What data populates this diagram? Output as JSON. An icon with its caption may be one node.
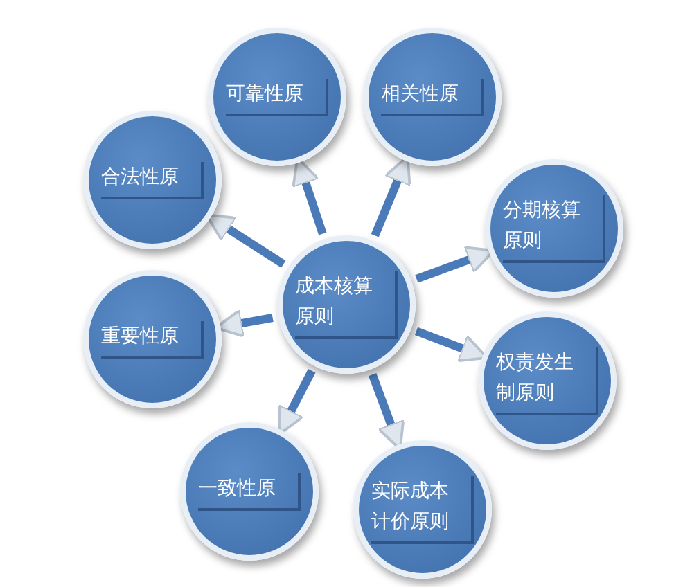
{
  "diagram": {
    "nodes": [
      {
        "text": [
          "成本核算原则"
        ]
      },
      {
        "text": [
          "可靠性原"
        ]
      },
      {
        "text": [
          "相关性原"
        ]
      },
      {
        "text": [
          "分期核算原则"
        ]
      },
      {
        "text": [
          "权责发生制原则"
        ]
      },
      {
        "text": [
          "实际成本计价原则"
        ]
      },
      {
        "text": [
          "一致性原"
        ]
      },
      {
        "text": [
          "重要性原"
        ]
      },
      {
        "text": [
          "合法性原"
        ]
      }
    ],
    "edges": [
      {
        "from": 0,
        "to": 1,
        "arrow": "to"
      },
      {
        "from": 0,
        "to": 2,
        "arrow": "to"
      },
      {
        "from": 0,
        "to": 3,
        "arrow": "to"
      },
      {
        "from": 0,
        "to": 4,
        "arrow": "to"
      },
      {
        "from": 0,
        "to": 5,
        "arrow": "to"
      },
      {
        "from": 0,
        "to": 6,
        "arrow": "to"
      },
      {
        "from": 0,
        "to": 7,
        "arrow": "to"
      },
      {
        "from": 0,
        "to": 8,
        "arrow": "to"
      }
    ]
  }
}
